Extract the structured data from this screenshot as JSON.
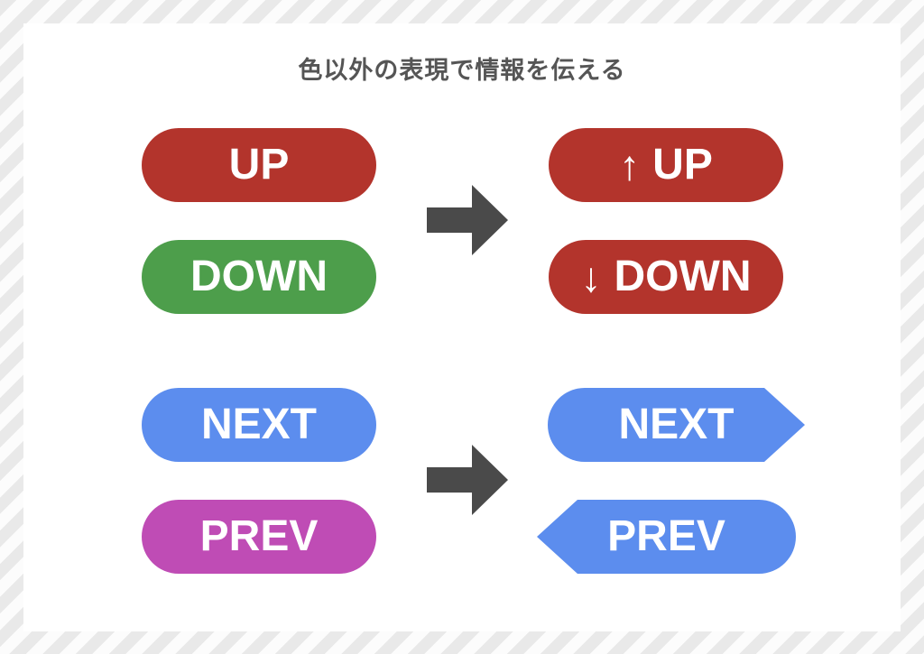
{
  "title": "色以外の表現で情報を伝える",
  "colors": {
    "red": "#b3342c",
    "green": "#4d9e4b",
    "blue": "#5c8dee",
    "magenta": "#bf4cb5",
    "arrow_gray": "#4a4a4a",
    "title_text": "#555555",
    "stripe_gray": "#e9e9e9",
    "card_bg": "#ffffff"
  },
  "before": {
    "up": {
      "label": "UP"
    },
    "down": {
      "label": "DOWN"
    },
    "next": {
      "label": "NEXT"
    },
    "prev": {
      "label": "PREV"
    }
  },
  "after": {
    "up": {
      "icon": "↑",
      "label": "UP"
    },
    "down": {
      "icon": "↓",
      "label": "DOWN"
    },
    "next": {
      "label": "NEXT"
    },
    "prev": {
      "label": "PREV"
    }
  }
}
